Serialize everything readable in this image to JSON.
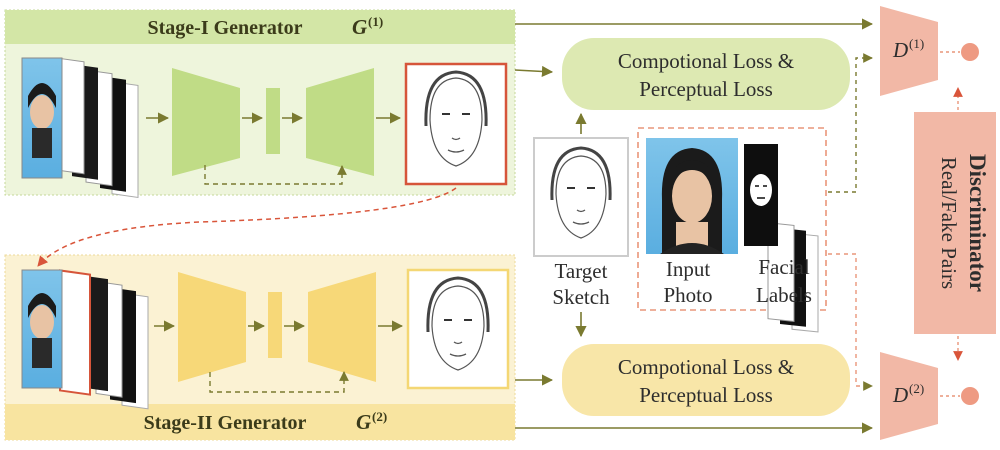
{
  "stage1": {
    "title": "Stage-I Generator",
    "symbol": "G",
    "superscript": "(1)"
  },
  "stage2": {
    "title": "Stage-II Generator",
    "symbol": "G",
    "superscript": "(2)"
  },
  "loss_top": {
    "line1": "Compotional Loss &",
    "line2": "Perceptual Loss"
  },
  "loss_bottom": {
    "line1": "Compotional Loss &",
    "line2": "Perceptual Loss"
  },
  "target": {
    "line1": "Target",
    "line2": "Sketch"
  },
  "input": {
    "line1": "Input",
    "line2": "Photo"
  },
  "labels": {
    "line1": "Facial",
    "line2": "Labels"
  },
  "disc1": {
    "symbol": "D",
    "superscript": "(1)"
  },
  "disc2": {
    "symbol": "D",
    "superscript": "(2)"
  },
  "discriminator": {
    "title": "Discriminator",
    "subtitle": "Real/Fake Pairs"
  },
  "colors": {
    "stage1_bg": "#eef5dc",
    "stage1_header": "#d3e6a6",
    "stage1_shape": "#c0dc86",
    "stage2_bg": "#fbf2d3",
    "stage2_header": "#f8e4a0",
    "stage2_shape": "#f7d878",
    "loss1_fill": "#dde9b2",
    "loss2_fill": "#f8e6a8",
    "disc_fill": "#f2b8a6",
    "arrow": "#7a7a30",
    "red_dash": "#d9553a",
    "sketch_border": "#d6553a"
  }
}
